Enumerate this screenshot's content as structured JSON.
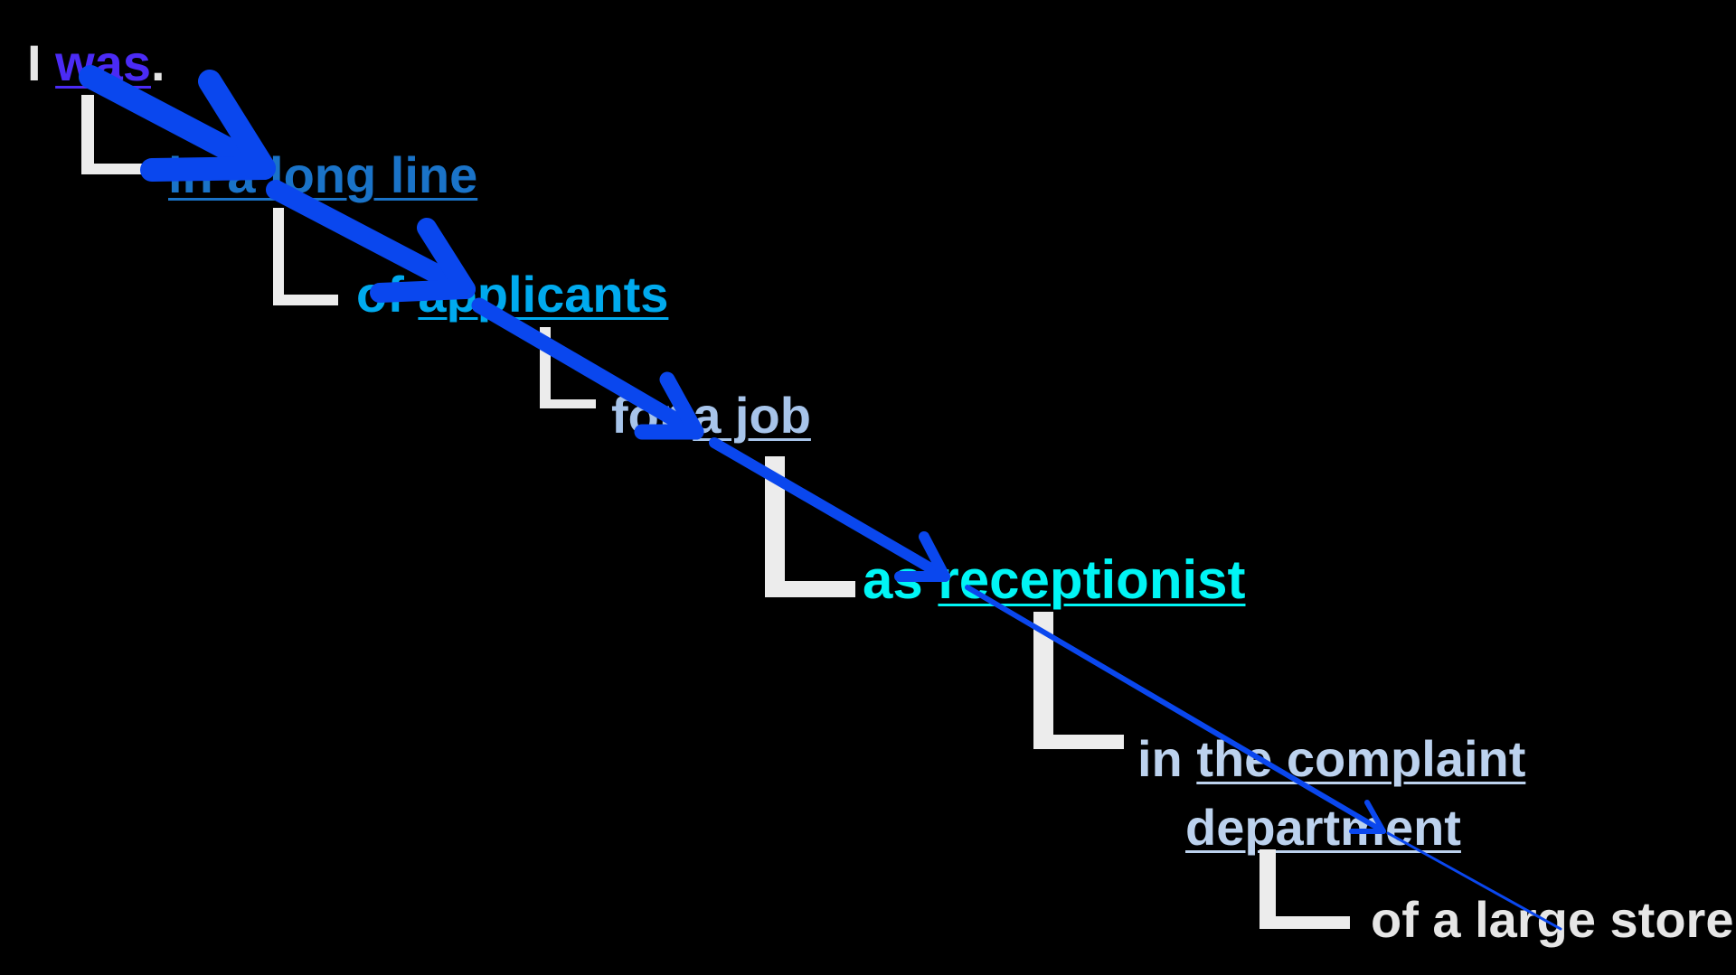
{
  "colors": {
    "background": "#000000",
    "bracket": "#ececec",
    "arrow": "#0a47ee",
    "white": "#e6e6e6",
    "purple": "#4b2bf5",
    "steel_blue": "#1a73c8",
    "sky_blue": "#00aaee",
    "light_blue": "#a7c4ea",
    "cyan": "#00f5f5",
    "pale_blue": "#bcd2ee"
  },
  "sentence": {
    "line1": {
      "subject": "I",
      "verb": "was",
      "period": "."
    },
    "line2": {
      "text": "in a long line"
    },
    "line3": {
      "prefix": "of ",
      "head": "applicants"
    },
    "line4": {
      "prefix": "for ",
      "head": "a job"
    },
    "line5": {
      "prefix": "as ",
      "head": "receptionist"
    },
    "line6": {
      "prefix": "in ",
      "head": "the complaint"
    },
    "line6b": {
      "head": "department"
    },
    "line7": {
      "text": "of a large store"
    }
  }
}
